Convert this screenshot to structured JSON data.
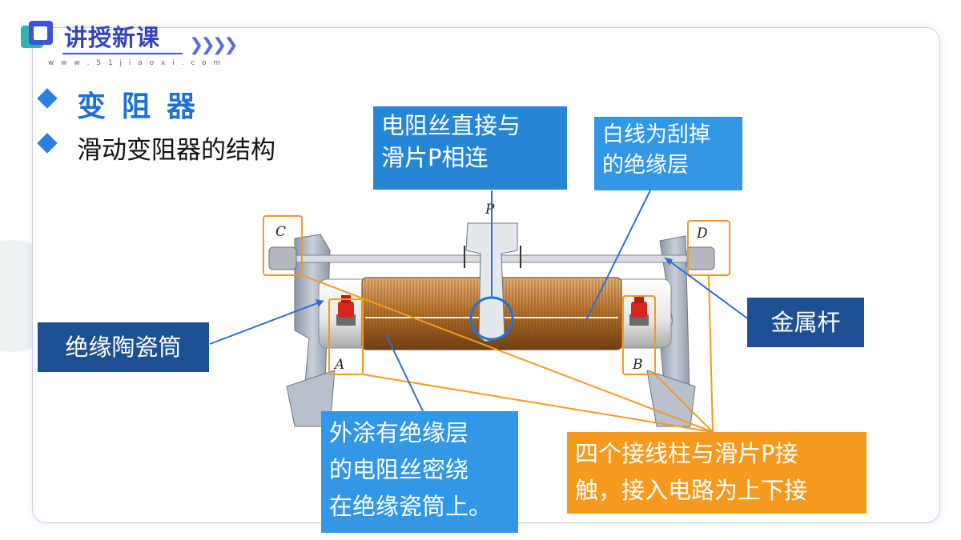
{
  "header": {
    "title": "讲授新课",
    "url": "w w w . 5 1 j i a o x i . c o m",
    "chevrons": "❯❯❯❯"
  },
  "headings": {
    "main": "变阻器",
    "sub": "滑动变阻器的结构"
  },
  "diagram": {
    "terminals": {
      "c": "C",
      "d": "D",
      "a": "A",
      "b": "B",
      "p": "P"
    }
  },
  "labels": {
    "wire_direct": [
      "电阻丝直接与",
      "滑片P相连"
    ],
    "white_line": [
      "白线为刮掉",
      "的绝缘层"
    ],
    "metal_rod": "金属杆",
    "ceramic_tube": "绝缘陶瓷筒",
    "coated_wire": [
      "外涂有绝缘层",
      "的电阻丝密绕",
      "在绝缘瓷筒上。"
    ],
    "four_terminals": [
      "四个接线柱与滑片P接",
      "触，接入电路为上下接"
    ]
  },
  "colors": {
    "accent": "#3443c4",
    "heading_blue": "#1e6fd8",
    "label_dark": "#1d4f93",
    "label_blue": "#2686d6",
    "label_orange": "#f59a1f",
    "coil": "#b8742e"
  }
}
